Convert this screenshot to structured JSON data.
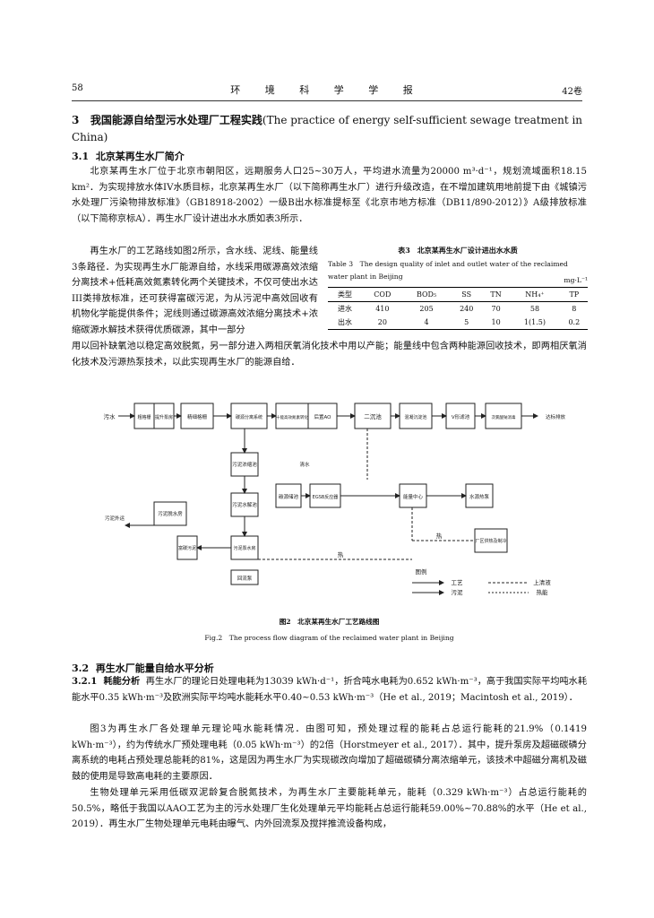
{
  "header": {
    "page_number": "58",
    "journal_title": "环 境 科 学 学 报",
    "volume": "42卷"
  },
  "section3": {
    "number": "3",
    "title_cn": "我国能源自给型污水处理厂工程实践",
    "title_en": "(The practice of energy self-sufficient sewage treatment in China)"
  },
  "section31": {
    "number": "3.1",
    "title": "北京某再生水厂简介"
  },
  "para1": "北京某再生水厂位于北京市朝阳区，远期服务人口25~30万人，平均进水流量为20000 m³·d⁻¹，规划流域面积18.15 km²．为实现排放水体IV水质目标，北京某再生水厂（以下简称再生水厂）进行升级改造，在不增加建筑用地前提下由《城镇污水处理厂污染物排放标准》（GB18918-2002）一级B出水标准提标至《北京市地方标准（DB11/890-2012）》A级排放标准（以下简称京标A）．再生水厂设计进出水水质如表3所示．",
  "para2_left": "再生水厂的工艺路线如图2所示，含水线、泥线、能量线3条路径．为实现再生水厂能源自给，水线采用碳源高效浓缩分离技术+低耗高效氮素转化两个关键技术，不仅可使出水达III类排放标准，还可获得富碳污泥，为从污泥中高效回收有机物化学能提供条件；泥线则通过碳源高效浓缩分离技术+浓缩碳源水解技术获得优质碳源，其中一部分",
  "para2_rest": "用以回补缺氧池以稳定高效脱氮，另一部分进入两相厌氧消化技术中用以产能；能量线中包含两种能源回收技术，即两相厌氧消化技术及污源热泵技术，以此实现再生水厂的能源自给．",
  "table3": {
    "caption_cn": "表3　北京某再生水厂设计进出水水质",
    "caption_en": "Table 3　The design quality of inlet and outlet water of the reclaimed water plant in Beijing",
    "unit": "mg·L⁻¹",
    "headers": [
      "类型",
      "COD",
      "BOD₅",
      "SS",
      "TN",
      "NH₄⁺",
      "TP"
    ],
    "rows": [
      [
        "进水",
        "410",
        "205",
        "240",
        "70",
        "58",
        "8"
      ],
      [
        "出水",
        "20",
        "4",
        "5",
        "10",
        "1(1.5)",
        "0.2"
      ]
    ]
  },
  "figure2": {
    "caption_cn": "图2　北京某再生水厂工艺路线图",
    "caption_en": "Fig.2　The process flow diagram of the reclaimed water plant in Beijing",
    "labels": {
      "inlet": "污水",
      "coarse_screen": "粗格栅",
      "lift_pump": "提升泵房",
      "fine_screen": "精细格栅",
      "carbon_sep": "碳源分离系统",
      "nitrogen": "十能高效氮素转化",
      "ao": "后置AO",
      "secondary": "二沉池",
      "coag": "混凝沉淀池",
      "vfilter": "V形滤池",
      "uv": "次氯酸钠消毒",
      "outlet": "达标排放",
      "sludge_thick": "污泥浓缩池",
      "clear_water": "清水",
      "carbon_pool": "碳源储池",
      "egsb": "EGSB反应器",
      "sludge_hydro": "污泥水解池",
      "energy": "能量中心",
      "heat_pump": "水源热泵",
      "sludge_dewater": "污泥脱水房",
      "sludge_out": "污泥外运",
      "rich_sludge": "富碳污泥",
      "sludge_pump": "污泥泵水房",
      "heat_label": "热",
      "heat_label2": "热",
      "heat_user": "厂区供热及制冷",
      "recycle": "回流泵",
      "legend_title": "图例",
      "legend_process": "工艺",
      "legend_clear": "上清液",
      "legend_sludge": "污泥",
      "legend_heat": "热能"
    }
  },
  "section32": {
    "number": "3.2",
    "title": "再生水厂能量自给水平分析"
  },
  "section321": {
    "number": "3.2.1",
    "title": "耗能分析"
  },
  "para3": "再生水厂的理论日处理电耗为13039 kWh·d⁻¹，折合吨水电耗为0.652 kWh·m⁻³，高于我国实际平均吨水耗能水平0.35 kWh·m⁻³及欧洲实际平均吨水能耗水平0.40~0.53 kWh·m⁻³（He et al., 2019；Macintosh et al., 2019）．",
  "para4": "图3为再生水厂各处理单元理论吨水能耗情况．由图可知，预处理过程的能耗占总运行能耗的21.9%（0.1419 kWh·m⁻³），约为传统水厂预处理电耗（0.05 kWh·m⁻³）的2倍（Horstmeyer et al., 2017）．其中，提升泵房及超磁碳磷分离系统的电耗占预处理总能耗的81%，这是因为再生水厂为实现碳改向增加了超磁碳磷分离浓缩单元，该技术中超磁分离机及磁鼓的使用是导致高电耗的主要原因．",
  "para5": "生物处理单元采用低碳双泥龄复合脱氮技术，为再生水厂主要能耗单元，能耗（0.329 kWh·m⁻³）占总运行能耗的50.5%，略低于我国以AAO工艺为主的污水处理厂生化处理单元平均能耗占总运行能耗59.00%~70.88%的水平（He et al., 2019）．再生水厂生物处理单元电耗由曝气、内外回流泵及搅拌推流设备构成，"
}
